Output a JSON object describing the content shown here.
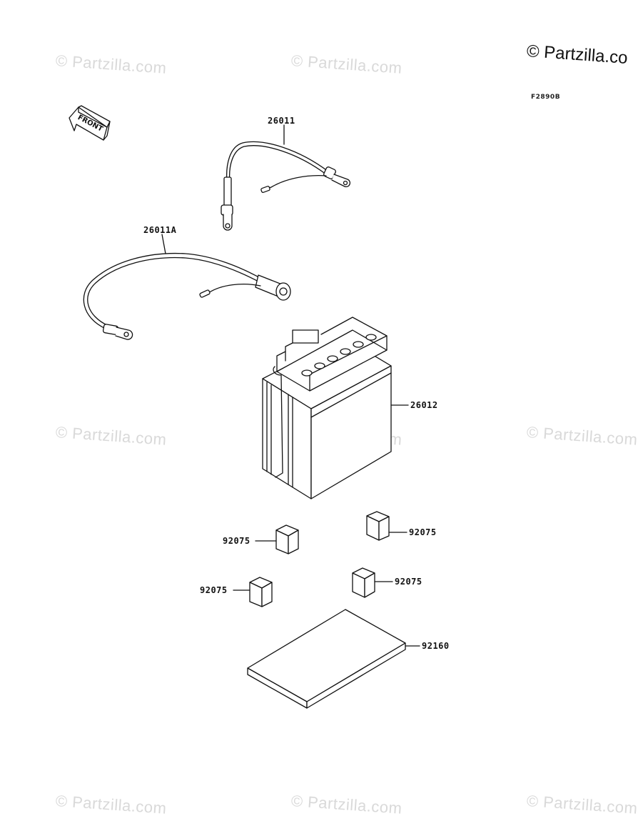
{
  "watermark_text": "© Partzilla.com",
  "copyright_label": "© Partzilla.co",
  "figure_code": "F2890B",
  "front_label": "FRONT",
  "parts": {
    "cable_pos": "26011",
    "cable_neg": "26011A",
    "battery": "26012",
    "pad_1": "92075",
    "pad_2": "92075",
    "pad_3": "92075",
    "pad_4": "92075",
    "base_pad": "92160"
  }
}
